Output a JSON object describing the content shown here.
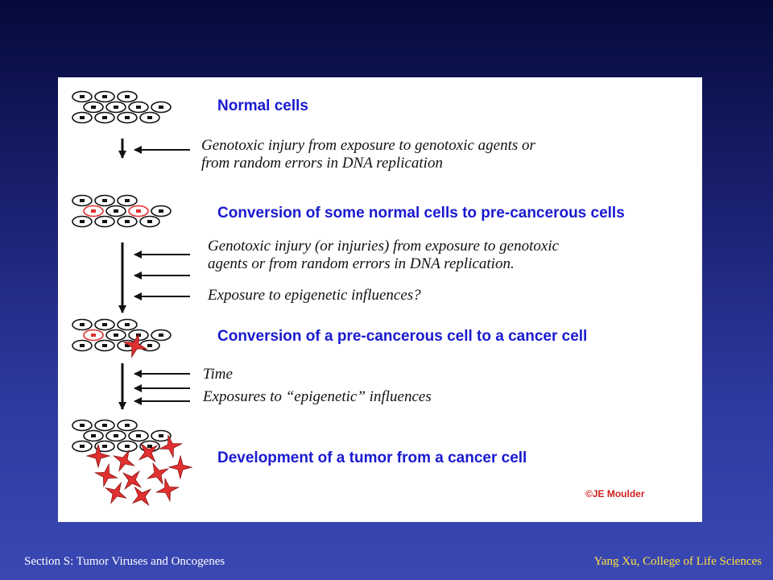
{
  "stages": [
    {
      "label": "Normal cells"
    },
    {
      "label": "Conversion of some normal cells to pre-cancerous cells"
    },
    {
      "label": "Conversion of a pre-cancerous cell to a cancer cell"
    },
    {
      "label": "Development of a tumor from a cancer cell"
    }
  ],
  "causes": [
    {
      "line1": "Genotoxic injury from exposure to genotoxic agents or",
      "line2": "from random errors in DNA replication"
    },
    {
      "line1": "Genotoxic injury (or injuries) from exposure to genotoxic",
      "line2": "agents or from random errors in DNA replication."
    },
    {
      "line1": "Exposure to epigenetic influences?"
    },
    {
      "line1": "Time"
    },
    {
      "line1": "Exposures to “epigenetic” influences"
    }
  ],
  "copyright": "©JE Moulder",
  "footer": {
    "left": "Section S: Tumor Viruses and Oncogenes",
    "right": "Yang Xu, College of Life Sciences"
  },
  "colors": {
    "stage_label": "#1a1ad0",
    "normal_cell": "#111111",
    "abnormal_cell": "#e03030",
    "footer_right": "#ffe040"
  }
}
